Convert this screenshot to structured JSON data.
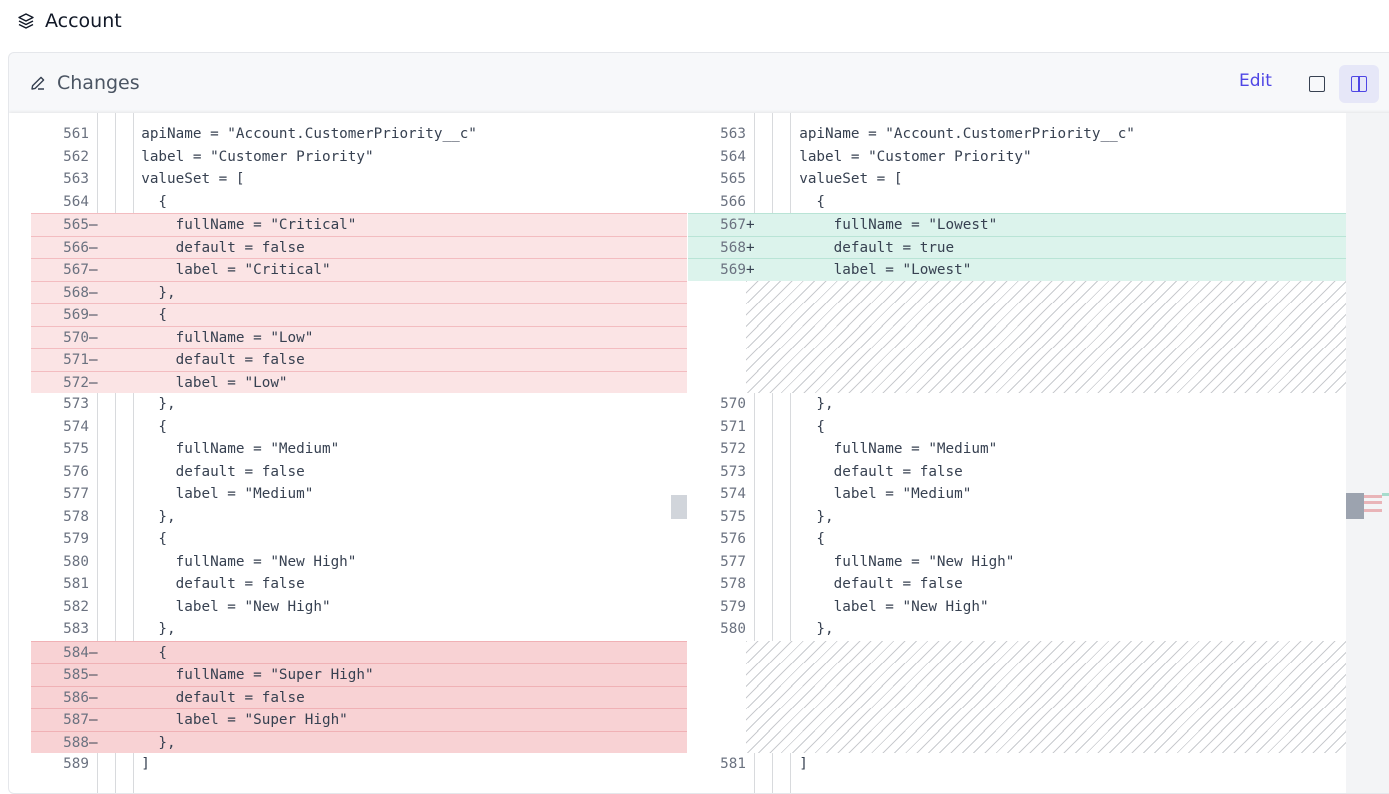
{
  "header": {
    "title": "Account",
    "icon": "layers-icon"
  },
  "panel": {
    "title": "Changes",
    "icon": "pencil-icon",
    "edit_label": "Edit",
    "view_single_icon": "single-pane-icon",
    "view_split_icon": "split-pane-icon"
  },
  "colors": {
    "accent": "#4f46e5",
    "removed": "#fbe4e5",
    "added": "#dcf3ec"
  },
  "left_lines": [
    {
      "n": "561",
      "m": "",
      "t": "  apiName = \"Account.CustomerPriority__c\"",
      "k": ""
    },
    {
      "n": "562",
      "m": "",
      "t": "  label = \"Customer Priority\"",
      "k": ""
    },
    {
      "n": "563",
      "m": "",
      "t": "  valueSet = [",
      "k": ""
    },
    {
      "n": "564",
      "m": "",
      "t": "    {",
      "k": ""
    },
    {
      "n": "565",
      "m": "–",
      "t": "      fullName = \"Critical\"",
      "k": "removed"
    },
    {
      "n": "566",
      "m": "–",
      "t": "      default = false",
      "k": "removed"
    },
    {
      "n": "567",
      "m": "–",
      "t": "      label = \"Critical\"",
      "k": "removed"
    },
    {
      "n": "568",
      "m": "–",
      "t": "    },",
      "k": "removed"
    },
    {
      "n": "569",
      "m": "–",
      "t": "    {",
      "k": "removed"
    },
    {
      "n": "570",
      "m": "–",
      "t": "      fullName = \"Low\"",
      "k": "removed"
    },
    {
      "n": "571",
      "m": "–",
      "t": "      default = false",
      "k": "removed"
    },
    {
      "n": "572",
      "m": "–",
      "t": "      label = \"Low\"",
      "k": "removed"
    },
    {
      "n": "573",
      "m": "",
      "t": "    },",
      "k": ""
    },
    {
      "n": "574",
      "m": "",
      "t": "    {",
      "k": ""
    },
    {
      "n": "575",
      "m": "",
      "t": "      fullName = \"Medium\"",
      "k": ""
    },
    {
      "n": "576",
      "m": "",
      "t": "      default = false",
      "k": ""
    },
    {
      "n": "577",
      "m": "",
      "t": "      label = \"Medium\"",
      "k": ""
    },
    {
      "n": "578",
      "m": "",
      "t": "    },",
      "k": ""
    },
    {
      "n": "579",
      "m": "",
      "t": "    {",
      "k": ""
    },
    {
      "n": "580",
      "m": "",
      "t": "      fullName = \"New High\"",
      "k": ""
    },
    {
      "n": "581",
      "m": "",
      "t": "      default = false",
      "k": ""
    },
    {
      "n": "582",
      "m": "",
      "t": "      label = \"New High\"",
      "k": ""
    },
    {
      "n": "583",
      "m": "",
      "t": "    },",
      "k": ""
    },
    {
      "n": "584",
      "m": "–",
      "t": "    {",
      "k": "removed2"
    },
    {
      "n": "585",
      "m": "–",
      "t": "      fullName = \"Super High\"",
      "k": "removed2"
    },
    {
      "n": "586",
      "m": "–",
      "t": "      default = false",
      "k": "removed2"
    },
    {
      "n": "587",
      "m": "–",
      "t": "      label = \"Super High\"",
      "k": "removed2"
    },
    {
      "n": "588",
      "m": "–",
      "t": "    },",
      "k": "removed2"
    },
    {
      "n": "589",
      "m": "",
      "t": "  ]",
      "k": ""
    }
  ],
  "right_lines": [
    {
      "n": "563",
      "m": "",
      "t": "  apiName = \"Account.CustomerPriority__c\"",
      "k": ""
    },
    {
      "n": "564",
      "m": "",
      "t": "  label = \"Customer Priority\"",
      "k": ""
    },
    {
      "n": "565",
      "m": "",
      "t": "  valueSet = [",
      "k": ""
    },
    {
      "n": "566",
      "m": "",
      "t": "    {",
      "k": ""
    },
    {
      "n": "567",
      "m": "+",
      "t": "      fullName = \"Lowest\"",
      "k": "added"
    },
    {
      "n": "568",
      "m": "+",
      "t": "      default = true",
      "k": "added"
    },
    {
      "n": "569",
      "m": "+",
      "t": "      label = \"Lowest\"",
      "k": "added"
    },
    {
      "n": "",
      "m": "",
      "t": "",
      "k": "hatch"
    },
    {
      "n": "",
      "m": "",
      "t": "",
      "k": "hatch"
    },
    {
      "n": "",
      "m": "",
      "t": "",
      "k": "hatch"
    },
    {
      "n": "",
      "m": "",
      "t": "",
      "k": "hatch"
    },
    {
      "n": "",
      "m": "",
      "t": "",
      "k": "hatch"
    },
    {
      "n": "570",
      "m": "",
      "t": "    },",
      "k": ""
    },
    {
      "n": "571",
      "m": "",
      "t": "    {",
      "k": ""
    },
    {
      "n": "572",
      "m": "",
      "t": "      fullName = \"Medium\"",
      "k": ""
    },
    {
      "n": "573",
      "m": "",
      "t": "      default = false",
      "k": ""
    },
    {
      "n": "574",
      "m": "",
      "t": "      label = \"Medium\"",
      "k": ""
    },
    {
      "n": "575",
      "m": "",
      "t": "    },",
      "k": ""
    },
    {
      "n": "576",
      "m": "",
      "t": "    {",
      "k": ""
    },
    {
      "n": "577",
      "m": "",
      "t": "      fullName = \"New High\"",
      "k": ""
    },
    {
      "n": "578",
      "m": "",
      "t": "      default = false",
      "k": ""
    },
    {
      "n": "579",
      "m": "",
      "t": "      label = \"New High\"",
      "k": ""
    },
    {
      "n": "580",
      "m": "",
      "t": "    },",
      "k": ""
    },
    {
      "n": "",
      "m": "",
      "t": "",
      "k": "hatch"
    },
    {
      "n": "",
      "m": "",
      "t": "",
      "k": "hatch"
    },
    {
      "n": "",
      "m": "",
      "t": "",
      "k": "hatch"
    },
    {
      "n": "",
      "m": "",
      "t": "",
      "k": "hatch"
    },
    {
      "n": "",
      "m": "",
      "t": "",
      "k": "hatch"
    },
    {
      "n": "581",
      "m": "",
      "t": "  ]",
      "k": ""
    }
  ]
}
